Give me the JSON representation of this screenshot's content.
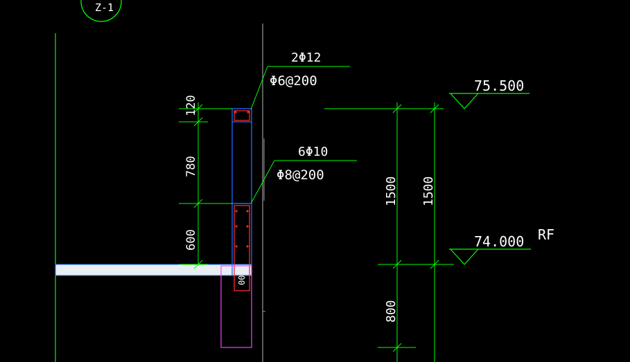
{
  "drawing": {
    "section_label": "Z-1",
    "rebar_callout_top": {
      "main": "2Φ12",
      "stirrup": "Φ6@200"
    },
    "rebar_callout_mid": {
      "main": "6Φ10",
      "stirrup": "Φ8@200"
    },
    "left_dimensions": [
      "120",
      "780",
      "600"
    ],
    "right_dimensions_inner": [
      "1500",
      "800"
    ],
    "right_dimensions_outer": [
      "1500"
    ],
    "elevation_top": "75.500",
    "elevation_roof": "74.000",
    "roof_tag": "RF",
    "slab_mark": "00"
  },
  "colors": {
    "background": "#000000",
    "dimension_line": "#00ff00",
    "text": "#ffffff",
    "outline_blue": "#1f6bff",
    "rebar_red": "#ff2a2a",
    "grid_magenta": "#ff3fff",
    "slab_fill": "#e9eef3",
    "grey_line": "#7a7a7a"
  }
}
